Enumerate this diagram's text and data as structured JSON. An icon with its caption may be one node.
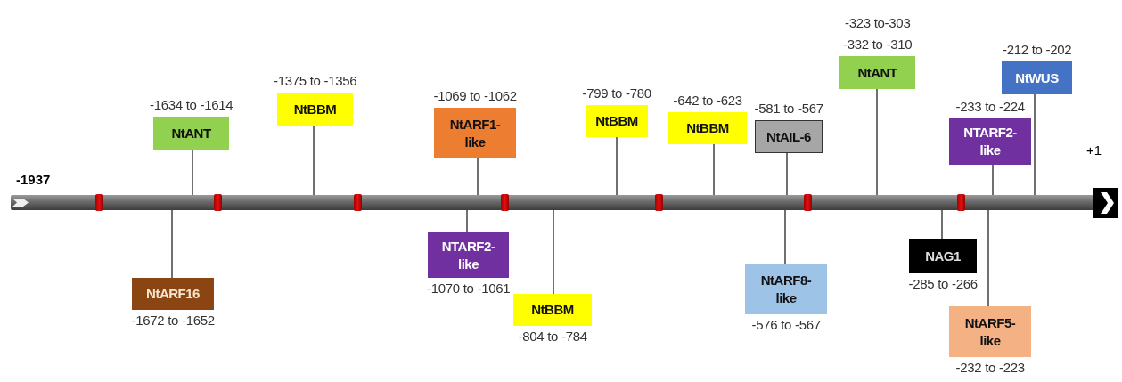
{
  "diagram": {
    "nodes": [
      {
        "text": [
          "NtARF16"
        ],
        "beside": [
          "-1672 to -1652"
        ]
      },
      {
        "text": [
          "NtANT"
        ],
        "beside": [
          "-1634 to -1614"
        ]
      },
      {
        "text": [
          "NtBBM"
        ],
        "beside": [
          "-1375 to -1356"
        ]
      },
      {
        "text": [
          "NTARF2- like"
        ],
        "beside": [
          "-1070 to -1061"
        ]
      },
      {
        "text": [
          "NtARF1- like"
        ],
        "beside": [
          "-1069 to -1062"
        ]
      },
      {
        "text": [
          "NtBBM"
        ],
        "beside": [
          "-804 to -784"
        ]
      },
      {
        "text": [
          "NtBBM"
        ],
        "beside": [
          "-799 to -780"
        ]
      },
      {
        "text": [
          "NtBBM"
        ],
        "beside": [
          "-642 to -623"
        ]
      },
      {
        "text": [
          "NtARF8- like"
        ],
        "beside": [
          "-576 to -567"
        ]
      },
      {
        "text": [
          "NtAIL-6"
        ],
        "beside": [
          "-581 to -567"
        ]
      },
      {
        "text": [
          "NtANT"
        ],
        "beside": [
          "-323 to-303",
          "-332 to -310"
        ]
      },
      {
        "text": [
          "NAG1"
        ],
        "beside": [
          "-285 to -266"
        ]
      },
      {
        "text": [
          "NtARF5- like"
        ],
        "beside": [
          "-232 to -223"
        ]
      },
      {
        "text": [
          "NTARF2- like"
        ],
        "beside": [
          "-233 to -224"
        ]
      },
      {
        "text": [
          "NtWUS"
        ],
        "beside": [
          "-212 to -202"
        ]
      },
      {
        "text": [],
        "shape": "bar"
      }
    ],
    "edges": [
      {
        "from": 0,
        "to": 15,
        "arrow": "none"
      },
      {
        "from": 1,
        "to": 15,
        "arrow": "none"
      },
      {
        "from": 2,
        "to": 15,
        "arrow": "none"
      },
      {
        "from": 3,
        "to": 15,
        "arrow": "none"
      },
      {
        "from": 4,
        "to": 15,
        "arrow": "none"
      },
      {
        "from": 5,
        "to": 15,
        "arrow": "none"
      },
      {
        "from": 6,
        "to": 15,
        "arrow": "none"
      },
      {
        "from": 7,
        "to": 15,
        "arrow": "none"
      },
      {
        "from": 8,
        "to": 15,
        "arrow": "none"
      },
      {
        "from": 9,
        "to": 15,
        "arrow": "none"
      },
      {
        "from": 10,
        "to": 15,
        "arrow": "none"
      },
      {
        "from": 11,
        "to": 15,
        "arrow": "none"
      },
      {
        "from": 12,
        "to": 15,
        "arrow": "none"
      },
      {
        "from": 13,
        "to": 15,
        "arrow": "none"
      },
      {
        "from": 14,
        "to": 15,
        "arrow": "none"
      }
    ],
    "labels": [
      "+1",
      "-1937"
    ]
  }
}
